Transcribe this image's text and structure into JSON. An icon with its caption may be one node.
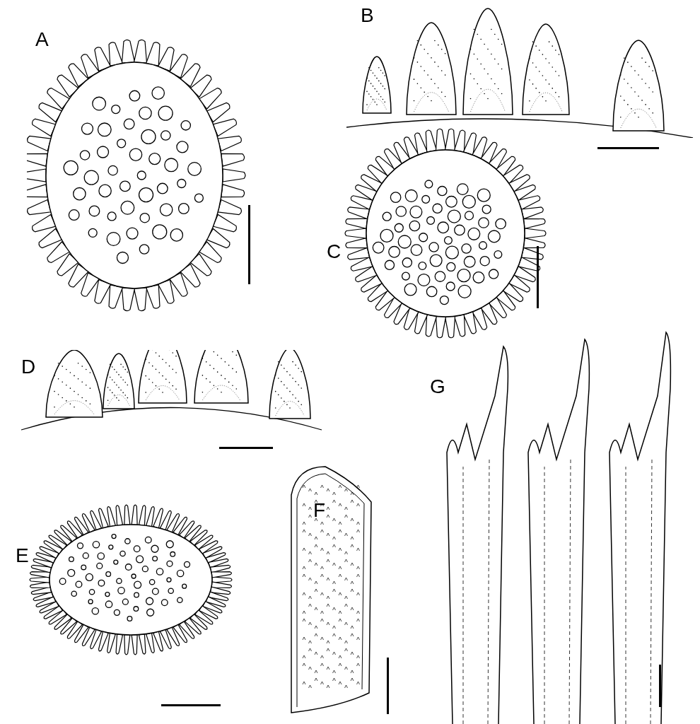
{
  "diagram": {
    "labels": [
      "A",
      "B",
      "C",
      "D",
      "E",
      "F",
      "G"
    ]
  }
}
